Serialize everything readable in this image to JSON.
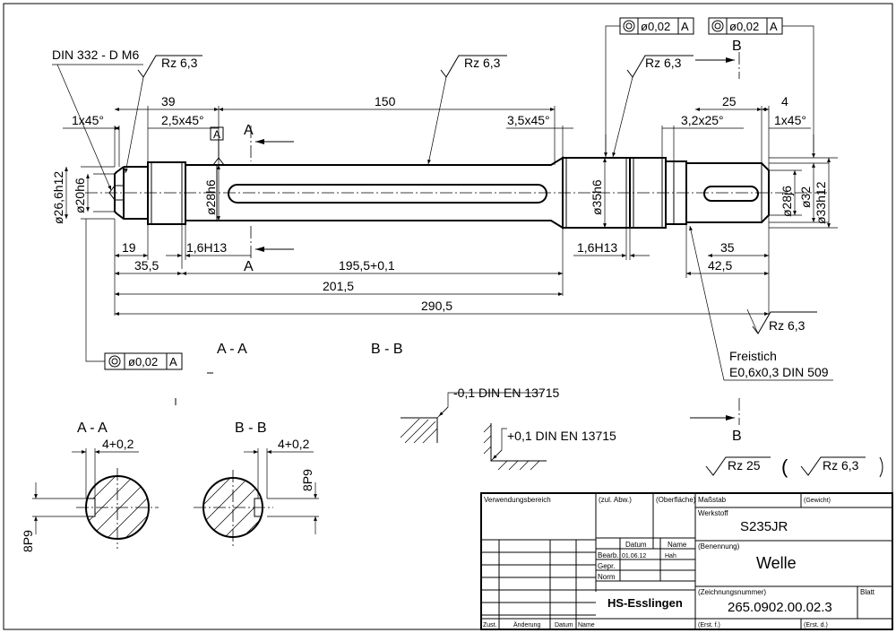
{
  "annotations": {
    "din332": "DIN 332 - D M6",
    "rz63": "Rz 6,3",
    "rz25": "Rz 25",
    "d39": "39",
    "d150": "150",
    "d25": "25",
    "d4": "4",
    "ch1x45": "1x45°",
    "ch25x45": "2,5x45°",
    "ch35x45": "3,5x45°",
    "ch32x25": "3,2x25°",
    "datumA": "A",
    "secA": "A",
    "secB": "B",
    "dia266": "ø26,6h12",
    "dia20": "ø20h6",
    "dia28h6": "ø28h6",
    "dia35": "ø35h6",
    "dia28j6": "ø28j6",
    "dia32": "ø32",
    "dia33": "ø33h12",
    "d19": "19",
    "d355": "35,5",
    "d16h13": "1,6H13",
    "d1955": "195,5+0,1",
    "d2015": "201,5",
    "d2905": "290,5",
    "d35": "35",
    "d425": "42,5",
    "tolval": "ø0,02",
    "viewAA": "A - A",
    "viewBB": "B - B",
    "freistich1": "Freistich",
    "freistich2": "E0,6x0,3 DIN 509",
    "tolMinus": "-0,1 DIN EN 13715",
    "tolPlus": "+0,1 DIN EN 13715",
    "d40p2": "4+0,2",
    "d8p9": "8P9",
    "open_paren": "("
  },
  "title_block": {
    "verwendung": "Verwendungsbereich",
    "zul_abw": "(zul. Abw.)",
    "oberflaeche": "(Oberfläche)",
    "massstab": "Maßstab",
    "gewicht": "(Gewicht)",
    "werkstoff_label": "Werkstoff",
    "werkstoff": "S235JR",
    "datum_h": "Datum",
    "name_h": "Name",
    "bearb": "Bearb.",
    "bearb_datum": "01.06.12",
    "bearb_name": "Hah",
    "gepr": "Gepr.",
    "norm": "Norm",
    "benennung_label": "(Benennung)",
    "benennung": "Welle",
    "firma": "HS-Esslingen",
    "zeichnr_label": "(Zeichnungsnummer)",
    "zeichnr": "265.0902.00.02.3",
    "blatt": "Blatt",
    "zust": "Zust.",
    "aenderung": "Änderung",
    "datum_f": "Datum",
    "name_f": "Name",
    "erst_f": "(Erst. f.)",
    "erst_d": "(Erst. d.)"
  }
}
